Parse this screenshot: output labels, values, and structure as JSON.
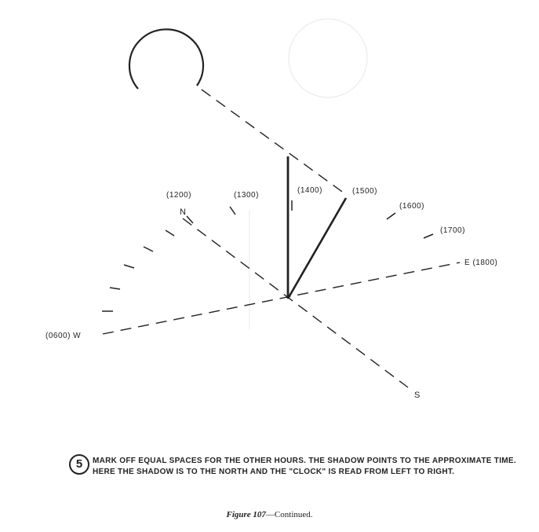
{
  "diagram": {
    "hour_labels": {
      "h1200": "(1200)",
      "h1300": "(1300)",
      "h1400": "(1400)",
      "h1500": "(1500)",
      "h1600": "(1600)",
      "h1700": "(1700)",
      "w": "(0600) W",
      "e": "E (1800)"
    },
    "directions": {
      "north": "N",
      "south": "S"
    }
  },
  "step": {
    "number": "5",
    "text": "MARK OFF EQUAL SPACES FOR THE OTHER HOURS. THE SHADOW POINTS TO THE APPROXIMATE TIME. HERE THE SHADOW IS TO THE NORTH AND THE \"CLOCK\" IS READ FROM LEFT TO RIGHT."
  },
  "caption": {
    "label": "Figure 107",
    "suffix": "—Continued."
  }
}
